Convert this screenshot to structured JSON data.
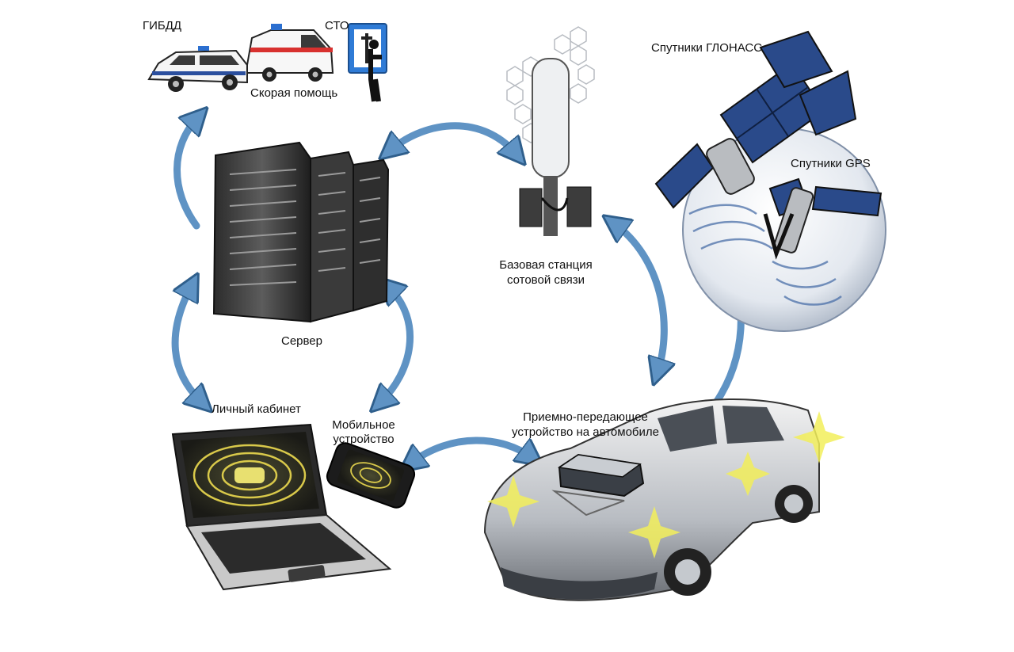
{
  "labels": {
    "gibdd": "ГИБДД",
    "ambulance": "Скорая помощь",
    "sto": "СТО",
    "glonass": "Спутники ГЛОНАСС",
    "gps": "Спутники GPS",
    "base_station_line1": "Базовая станция",
    "base_station_line2": "сотовой связи",
    "server": "Сервер",
    "personal_account": "Личный кабинет",
    "mobile_line1": "Мобильное",
    "mobile_line2": "устройство",
    "transceiver_line1": "Приемно-передающее",
    "transceiver_line2": "устройство на автомобиле"
  },
  "colors": {
    "arrow": "#5f93c4",
    "arrow_stroke": "#2f5f8c",
    "satellite_panel": "#2a4a8a",
    "screen_glow": "#d9c94a",
    "headlight": "#f2ee5a"
  }
}
